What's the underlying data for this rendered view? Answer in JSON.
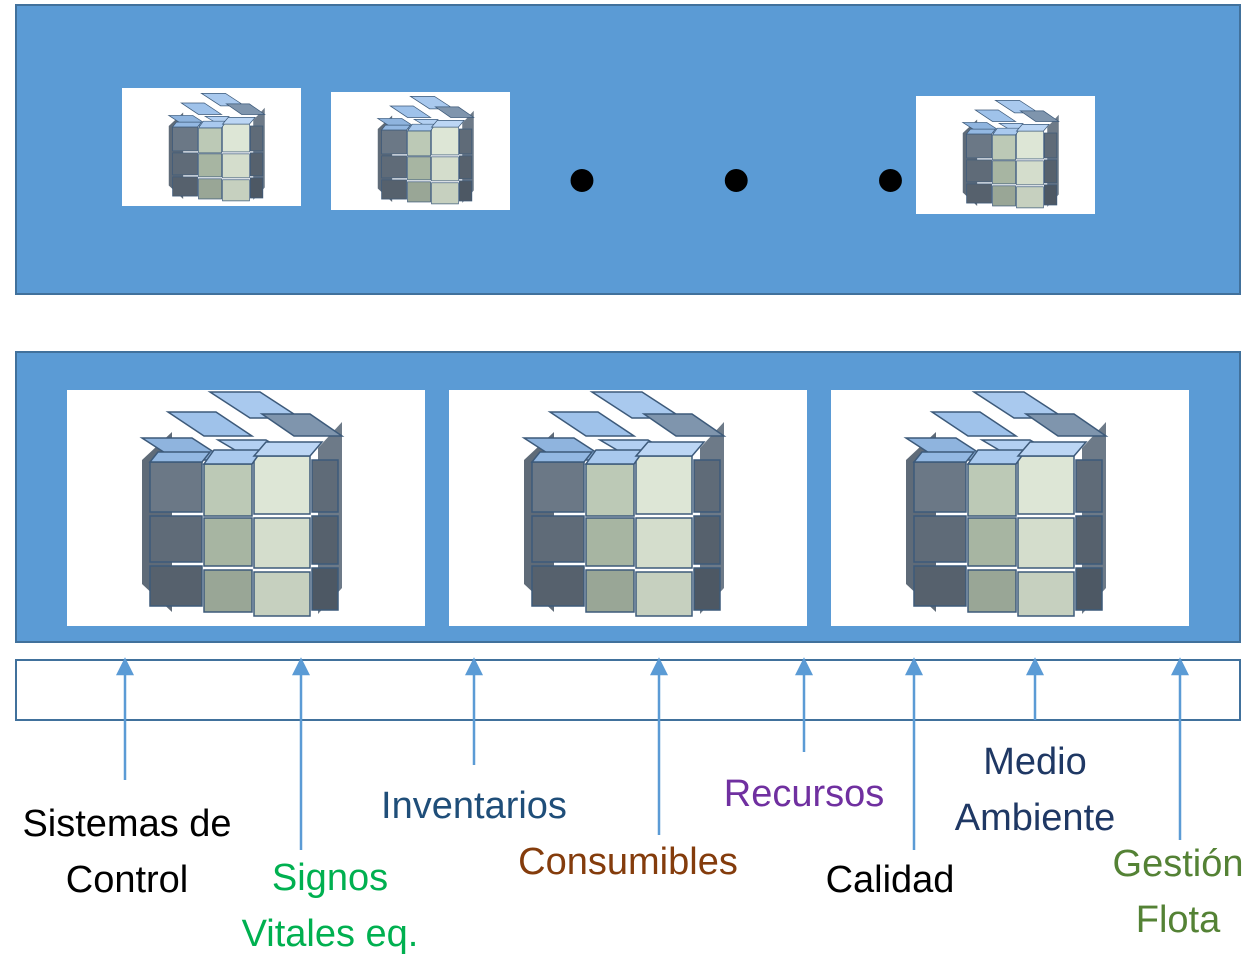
{
  "diagram": {
    "ellipsis": "• • •",
    "top_panel": {
      "cube_count_shown": 3,
      "has_ellipsis": true
    },
    "middle_panel": {
      "cube_count": 3
    },
    "colors": {
      "panel_fill": "#5b9bd5",
      "panel_border": "#41719c",
      "arrow": "#5b9bd5",
      "cube_face_light": "#a9c9ee",
      "cube_face_mid": "#c9d6c2",
      "cube_face_dark": "#5f6b78"
    },
    "labels": [
      {
        "id": "sistemas",
        "lines": [
          "Sistemas de",
          "Control"
        ],
        "color": "#000000"
      },
      {
        "id": "signos",
        "lines": [
          "Signos",
          "Vitales eq."
        ],
        "color": "#00b050"
      },
      {
        "id": "inventarios",
        "lines": [
          "Inventarios"
        ],
        "color": "#1f4e79"
      },
      {
        "id": "consumibles",
        "lines": [
          "Consumibles"
        ],
        "color": "#843c0c"
      },
      {
        "id": "recursos",
        "lines": [
          "Recursos"
        ],
        "color": "#7030a0"
      },
      {
        "id": "calidad",
        "lines": [
          "Calidad"
        ],
        "color": "#000000"
      },
      {
        "id": "medio",
        "lines": [
          "Medio",
          "Ambiente"
        ],
        "color": "#1f3864"
      },
      {
        "id": "gestion",
        "lines": [
          "Gestión",
          "Flota"
        ],
        "color": "#548235"
      }
    ]
  }
}
